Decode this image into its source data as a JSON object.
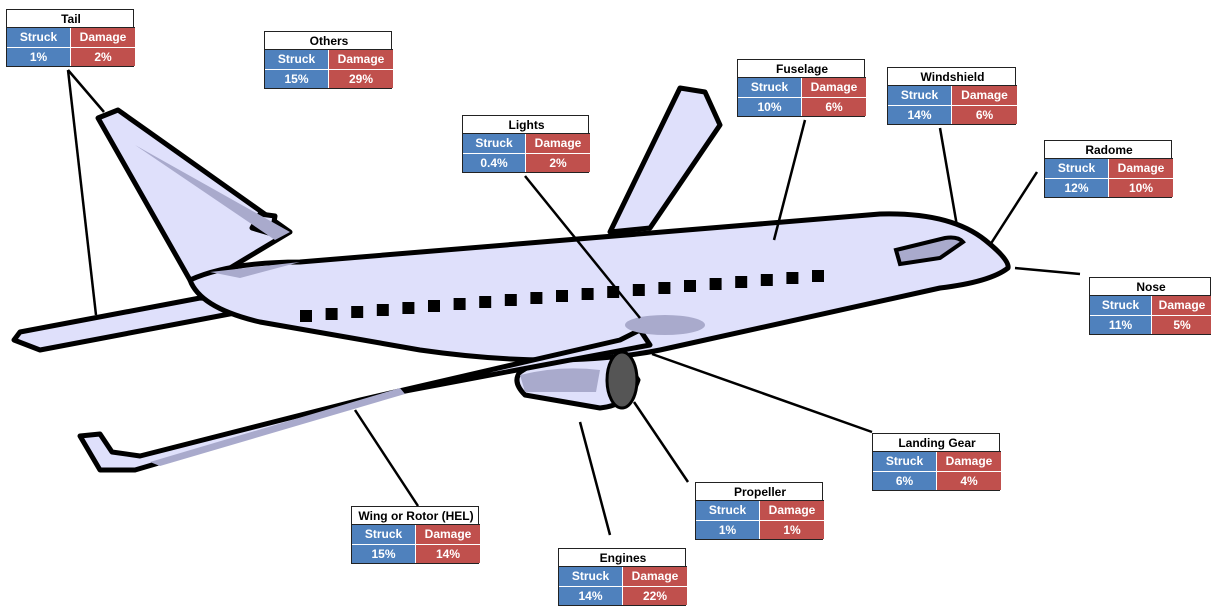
{
  "column_headers": {
    "struck": "Struck",
    "damage": "Damage"
  },
  "parts": [
    {
      "id": "tail",
      "name": "Tail",
      "struck": "1%",
      "damage": "2%"
    },
    {
      "id": "others",
      "name": "Others",
      "struck": "15%",
      "damage": "29%"
    },
    {
      "id": "lights",
      "name": "Lights",
      "struck": "0.4%",
      "damage": "2%"
    },
    {
      "id": "fuselage",
      "name": "Fuselage",
      "struck": "10%",
      "damage": "6%"
    },
    {
      "id": "windshield",
      "name": "Windshield",
      "struck": "14%",
      "damage": "6%"
    },
    {
      "id": "radome",
      "name": "Radome",
      "struck": "12%",
      "damage": "10%"
    },
    {
      "id": "nose",
      "name": "Nose",
      "struck": "11%",
      "damage": "5%"
    },
    {
      "id": "landing-gear",
      "name": "Landing Gear",
      "struck": "6%",
      "damage": "4%"
    },
    {
      "id": "propeller",
      "name": "Propeller",
      "struck": "1%",
      "damage": "1%"
    },
    {
      "id": "engines",
      "name": "Engines",
      "struck": "14%",
      "damage": "22%"
    },
    {
      "id": "wing",
      "name": "Wing or Rotor (HEL)",
      "struck": "15%",
      "damage": "14%"
    }
  ],
  "colors": {
    "struck": "#4f81bd",
    "damage": "#c0504d",
    "airplane_body": "#dfe0fb",
    "airplane_shade": "#a9aacc",
    "outline": "#000000"
  }
}
